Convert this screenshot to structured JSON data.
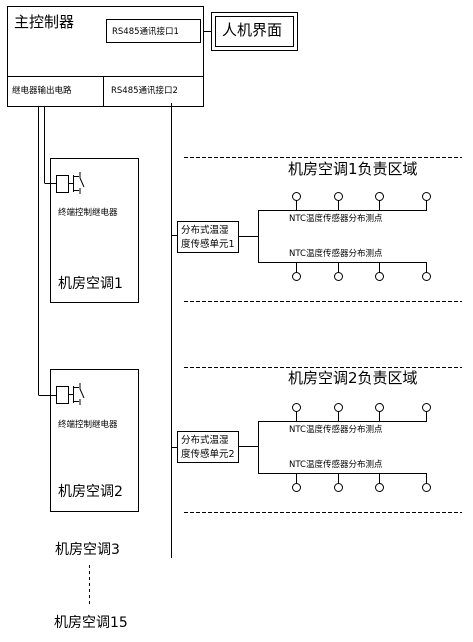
{
  "controller": {
    "title": "主控制器",
    "rs485_port_1": "RS485通讯接口1",
    "rs485_port_2": "RS485通讯接口2",
    "relay_output": "继电器输出电路"
  },
  "hmi": {
    "label": "人机界面"
  },
  "units": [
    {
      "relay_label": "终端控制继电器",
      "ac_label": "机房空调1",
      "sensor_unit_line1": "分布式温湿",
      "sensor_unit_line2": "度传感单元1",
      "zone_label": "机房空调1负责区域",
      "ntc_label_top": "NTC温度传感器分布测点",
      "ntc_label_bottom": "NTC温度传感器分布测点"
    },
    {
      "relay_label": "终端控制继电器",
      "ac_label": "机房空调2",
      "sensor_unit_line1": "分布式温湿",
      "sensor_unit_line2": "度传感单元2",
      "zone_label": "机房空调2负责区域",
      "ntc_label_top": "NTC温度传感器分布测点",
      "ntc_label_bottom": "NTC温度传感器分布测点"
    }
  ],
  "ac3_label": "机房空调3",
  "ac15_label": "机房空调15"
}
